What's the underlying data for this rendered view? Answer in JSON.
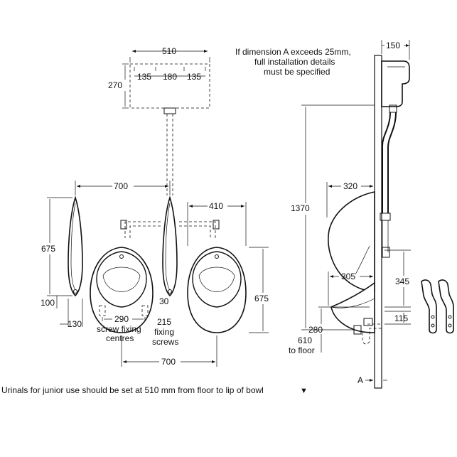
{
  "front_view": {
    "cistern": {
      "width": "510",
      "height": "270",
      "fix1": "135",
      "fix2": "180",
      "fix3": "135"
    },
    "panel_spacing": "700",
    "panel_height": "675",
    "panel_bottom": "100",
    "panel_width": "130",
    "bowl_width": "410",
    "bowl_height": "675",
    "bowl_spacing": "700",
    "screw_centres": "290",
    "screw_centres_label1": "screw fixing",
    "screw_centres_label2": "centres",
    "gap": "30",
    "fixing_screws": "215",
    "fixing_screws_label1": "fixing",
    "fixing_screws_label2": "screws"
  },
  "side_view": {
    "note_line1": "If dimension A exceeds 25mm,",
    "note_line2": "full installation details",
    "note_line3": "must be specified",
    "cistern_depth": "150",
    "height_1370": "1370",
    "projection": "320",
    "bowl_depth": "305",
    "dim_345": "345",
    "dim_280": "280",
    "dim_115": "115",
    "floor_value": "610",
    "floor_label": "to floor",
    "dim_a": "A"
  },
  "footer": {
    "junior_note": "Urinals for junior use should be set at 510 mm from floor to lip of bowl",
    "arrow_glyph": "▼"
  }
}
